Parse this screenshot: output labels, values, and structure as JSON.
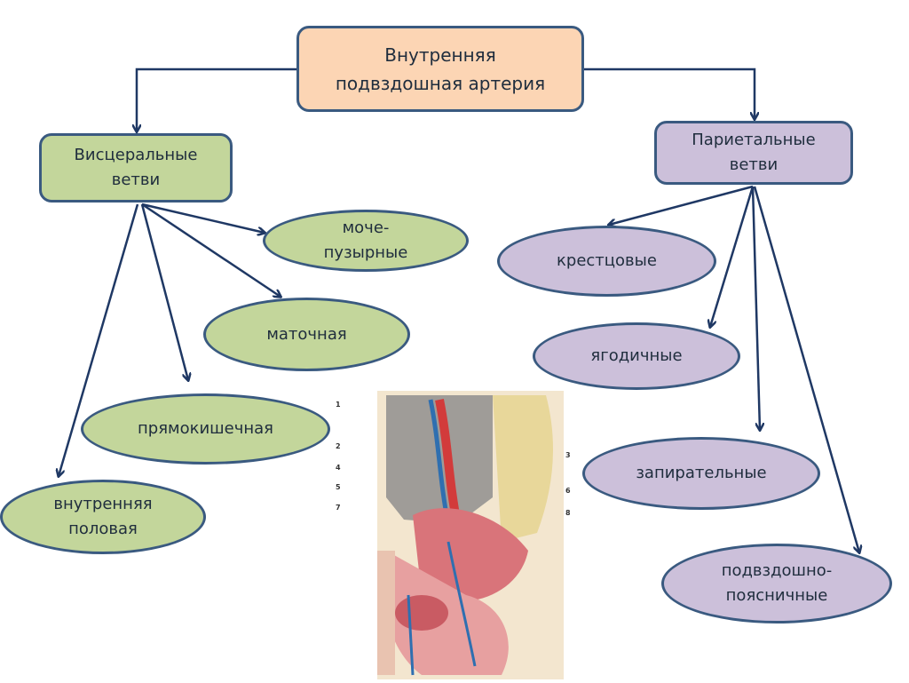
{
  "root": {
    "line1": "Внутренняя",
    "line2": "подвздошная артерия"
  },
  "visceral": {
    "title_line1": "Висцеральные",
    "title_line2": "ветви",
    "branches": [
      {
        "line1": "моче-",
        "line2": "пузырные"
      },
      {
        "line1": "маточная",
        "line2": ""
      },
      {
        "line1": "прямокишечная",
        "line2": ""
      },
      {
        "line1": "внутренняя",
        "line2": "половая"
      }
    ]
  },
  "parietal": {
    "title_line1": "Париетальные",
    "title_line2": "ветви",
    "branches": [
      {
        "line1": "крестцовые",
        "line2": ""
      },
      {
        "line1": "ягодичные",
        "line2": ""
      },
      {
        "line1": "запирательные",
        "line2": ""
      },
      {
        "line1": "подвздошно-",
        "line2": "поясничные"
      }
    ]
  },
  "illustration": {
    "labels": [
      "1",
      "2",
      "3",
      "4",
      "5",
      "6",
      "7",
      "8"
    ]
  },
  "colors": {
    "root_fill": "#fcd5b4",
    "visceral_fill": "#c3d69b",
    "parietal_fill": "#ccc0da",
    "stroke": "#3a5a80",
    "arrow": "#1f3864"
  }
}
